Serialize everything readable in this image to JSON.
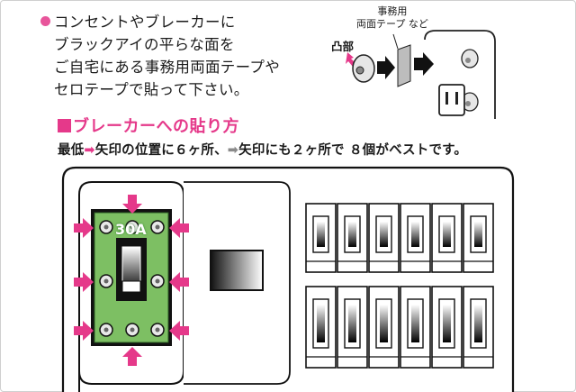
{
  "intro": {
    "lines": [
      "コンセントやブレーカーに",
      "ブラックアイの平らな面を",
      "ご自宅にある事務用両面テープや",
      "セロテープで貼って下さい。"
    ]
  },
  "illustration": {
    "tape_label_line1": "事務用",
    "tape_label_line2": "両面テープ など",
    "bump_label": "凸部"
  },
  "heading": "ブレーカーへの貼り方",
  "subline": {
    "part1": "最低",
    "part2": "矢印の位置に６ヶ所、",
    "part3": "矢印にも２ヶ所で ８個がベストです。"
  },
  "breaker": {
    "rating": "30A"
  },
  "colors": {
    "pink": "#e5398a",
    "green": "#7dbf63",
    "gray_arrow": "#8a8a8a"
  }
}
